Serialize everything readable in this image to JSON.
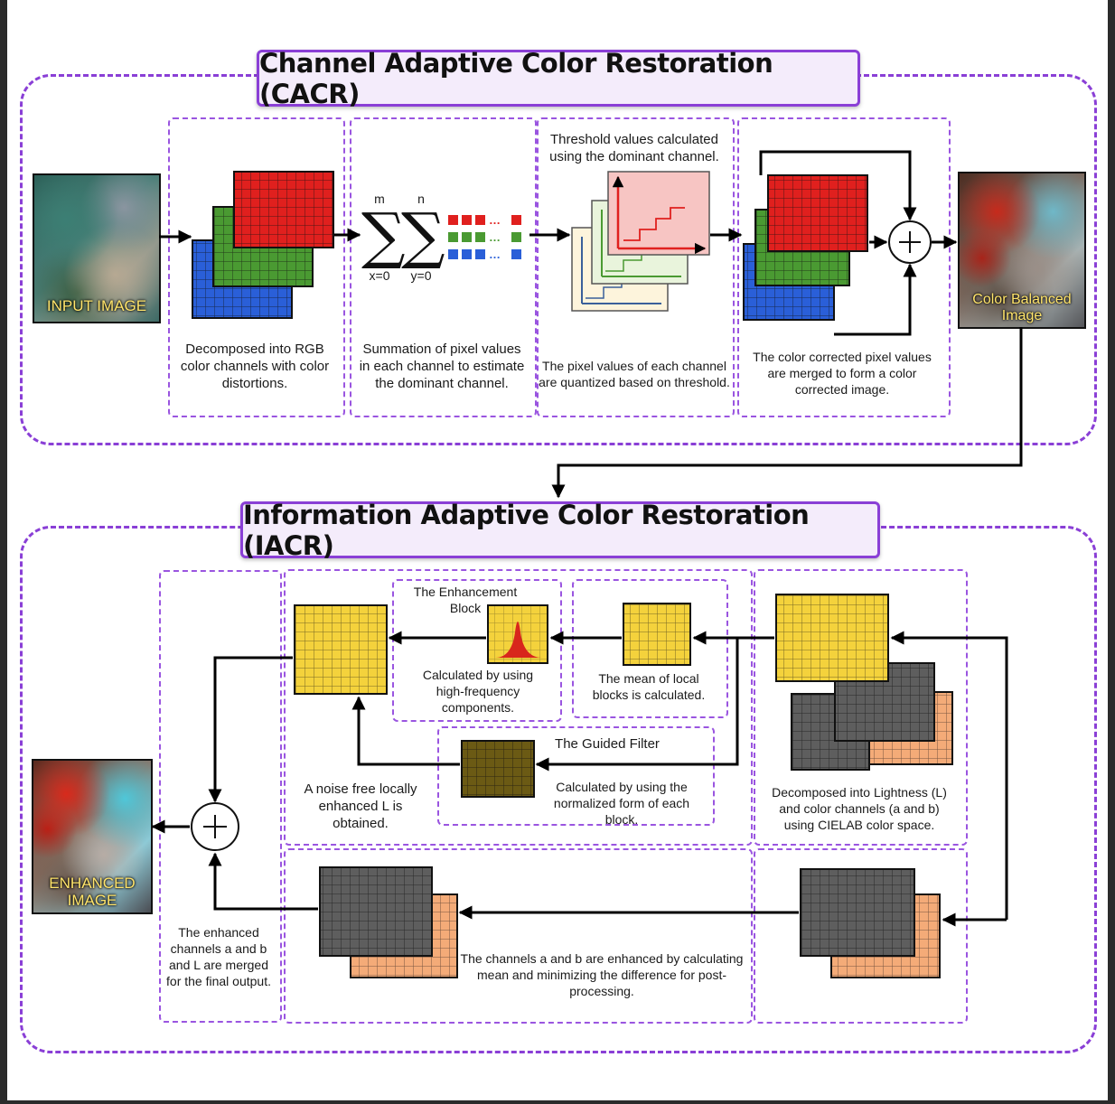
{
  "cacr": {
    "title": "Channel Adaptive Color Restoration (CACR)",
    "input_label": "INPUT IMAGE",
    "step1_caption": "Decomposed into RGB color channels with color distortions.",
    "sum_upper_m": "m",
    "sum_upper_n": "n",
    "sum_lower_x": "x=0",
    "sum_lower_y": "y=0",
    "step2_caption": "Summation of pixel values in each channel to estimate the dominant channel.",
    "step3_top_caption": "Threshold values calculated using the dominant channel.",
    "step3_bottom_caption": "The pixel values of each channel are quantized based on threshold.",
    "step4_caption": "The color corrected pixel values are merged to form a color corrected image.",
    "output_label": "Color Balanced Image"
  },
  "iacr": {
    "title": "Information Adaptive Color Restoration (IACR)",
    "enhancement_block_title": "The Enhancement Block",
    "enhancement_caption": "Calculated by using high-frequency components.",
    "mean_caption": "The mean of local blocks is calculated.",
    "guided_filter_title": "The Guided Filter",
    "guided_caption": "Calculated by using the normalized form of each block.",
    "noise_free_caption": "A noise free locally enhanced L is obtained.",
    "decompose_caption": "Decomposed into Lightness (L) and color channels (a and b) using CIELAB color space.",
    "merge_caption": "The enhanced channels a and b and L are merged for the final output.",
    "ab_caption": "The channels a and b are enhanced by calculating mean and minimizing the difference for post-processing.",
    "output_label": "ENHANCED IMAGE"
  },
  "colors": {
    "accent": "#8a3fd6",
    "red": "#e0201e",
    "green": "#4a9a32",
    "blue": "#2a5fd8",
    "yellow": "#f4d23c",
    "gray": "#5e5e5e",
    "orange": "#f4ab78",
    "olive": "#6b5a14"
  },
  "icons": {
    "plus": "plus-circle-icon",
    "histogram": "histogram-icon",
    "staircase": "staircase-threshold-icon"
  }
}
